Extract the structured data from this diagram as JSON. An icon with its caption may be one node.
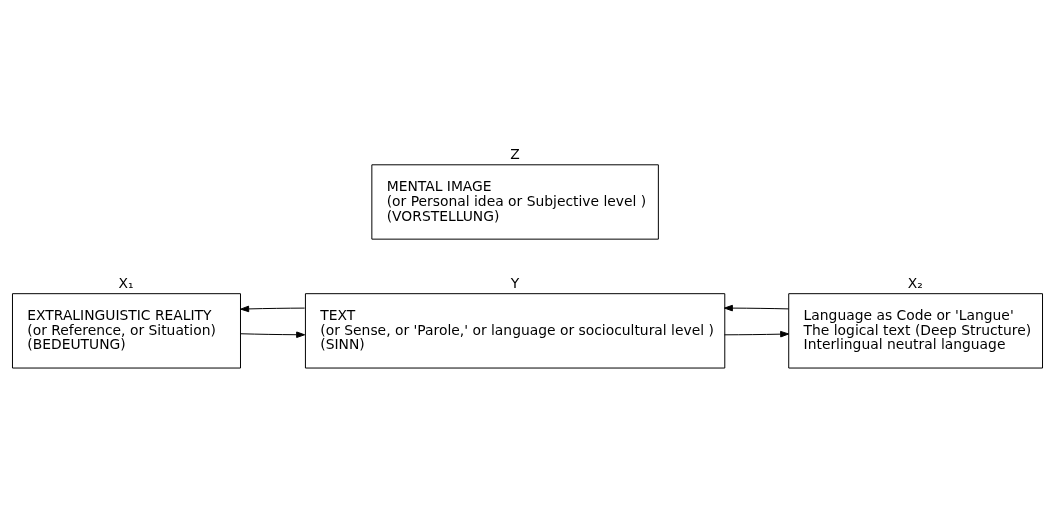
{
  "diagram": {
    "nodes": [
      {
        "text": [
          "X₁",
          "EXTRALINGUISTIC REALITY",
          "(or Reference, or Situation)",
          "(BEDEUTUNG)"
        ]
      },
      {
        "text": [
          "Y",
          "TEXT",
          "(or Sense, or 'Parole,' or language or sociocultural level )",
          "(SINN)"
        ]
      },
      {
        "text": [
          "X₂",
          "Language as Code or 'Langue'",
          "The logical text (Deep Structure)",
          "Interlingual neutral language"
        ]
      },
      {
        "text": [
          "Z",
          "MENTAL IMAGE",
          "(or Personal idea or Subjective level )",
          "(VORSTELLUNG)"
        ]
      }
    ],
    "edges": [
      {
        "from": 1,
        "to": 0,
        "arrow": "to"
      },
      {
        "from": 0,
        "to": 1,
        "arrow": "to"
      },
      {
        "from": 1,
        "to": 2,
        "arrow": "to"
      },
      {
        "from": 2,
        "to": 1,
        "arrow": "to"
      }
    ]
  }
}
